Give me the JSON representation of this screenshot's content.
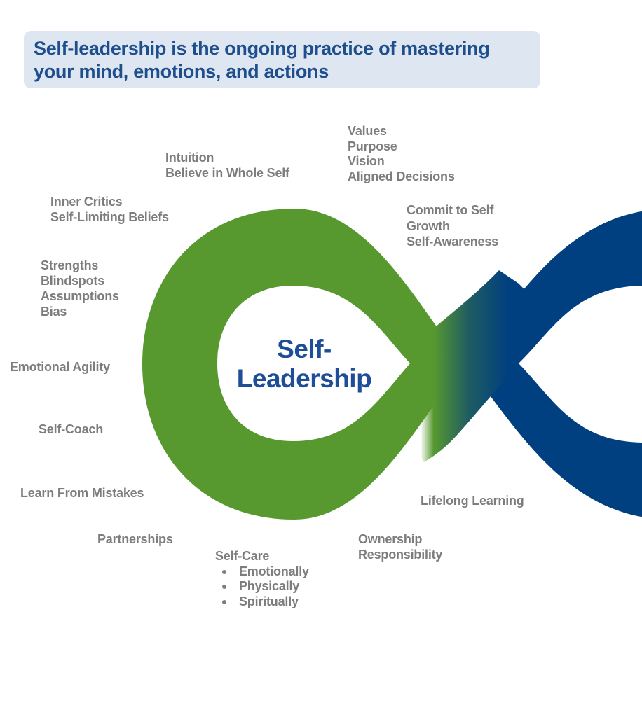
{
  "banner": {
    "text": "Self-leadership is the ongoing practice of mastering your mind, emotions, and actions"
  },
  "diagram": {
    "center_label_line1": "Self-",
    "center_label_line2": "Leadership",
    "colors": {
      "green": "#57992f",
      "blue": "#003f80",
      "banner_bg": "#dde6f1",
      "banner_text": "#1f4e8c",
      "label_text": "#7d7d7d",
      "center_text": "#1f4e99"
    }
  },
  "labels": {
    "values_group": [
      "Values",
      "Purpose",
      "Vision",
      "Aligned Decisions"
    ],
    "intuition_group": [
      "Intuition",
      "Believe in Whole Self"
    ],
    "inner_critics_group": [
      "Inner Critics",
      "Self-Limiting Beliefs"
    ],
    "commit_group": [
      "Commit to Self",
      "Growth",
      "Self-Awareness"
    ],
    "strengths_group": [
      "Strengths",
      "Blindspots",
      "Assumptions",
      "Bias"
    ],
    "emotional_agility": "Emotional Agility",
    "self_coach": "Self-Coach",
    "learn_from_mistakes": "Learn From Mistakes",
    "lifelong_learning": "Lifelong Learning",
    "partnerships": "Partnerships",
    "ownership_group": [
      "Ownership",
      "Responsibility"
    ],
    "self_care": {
      "title": "Self-Care",
      "items": [
        "Emotionally",
        "Physically",
        "Spiritually"
      ]
    }
  }
}
